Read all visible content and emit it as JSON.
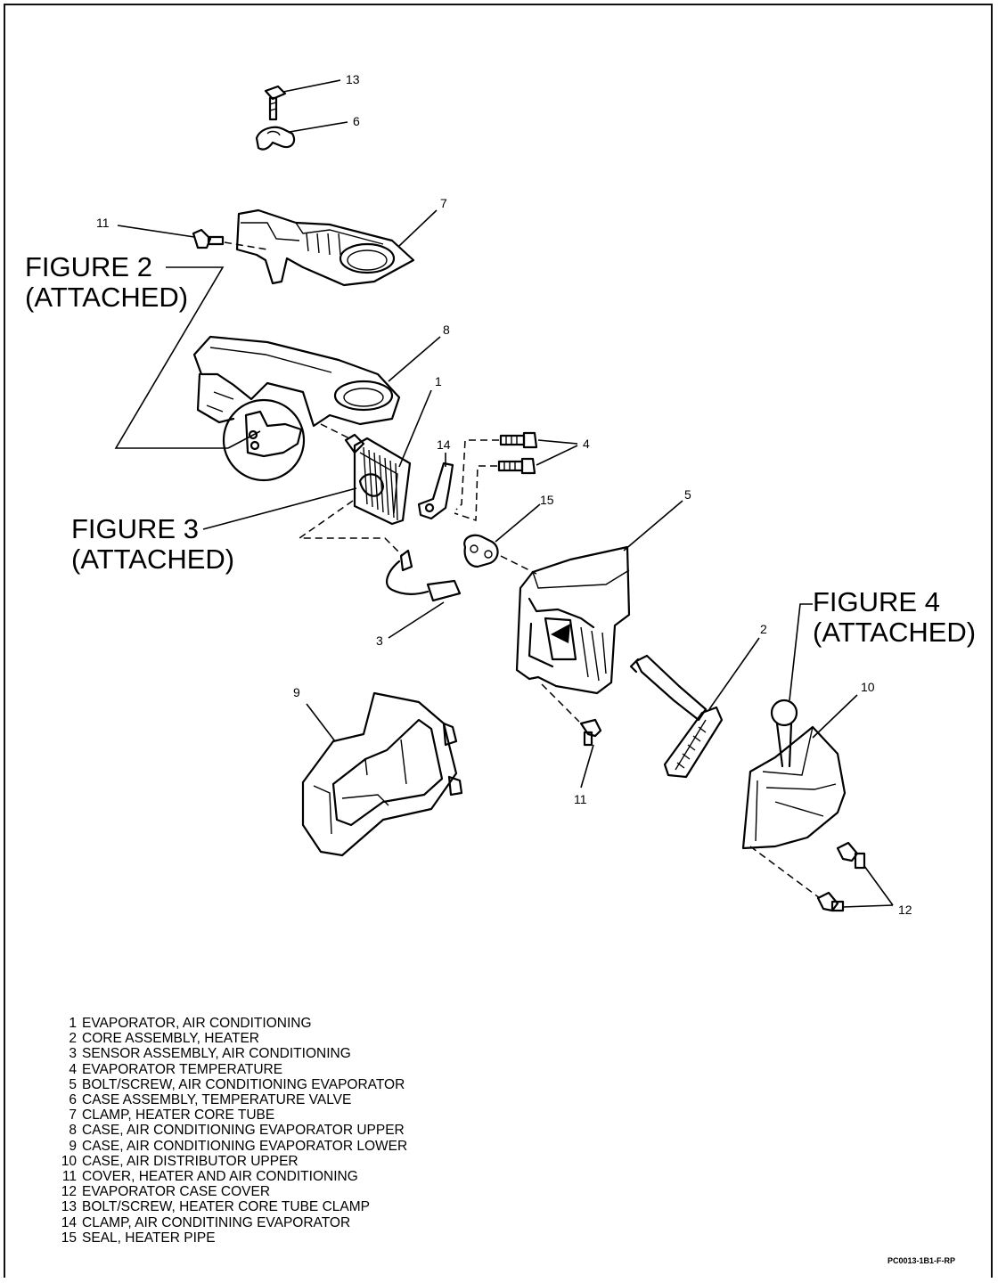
{
  "figure_labels": {
    "figure2": [
      "FIGURE 2",
      "(ATTACHED)"
    ],
    "figure3": [
      "FIGURE 3",
      "(ATTACHED)"
    ],
    "figure4": [
      "FIGURE 4",
      "(ATTACHED)"
    ]
  },
  "callouts": {
    "c13": "13",
    "c6": "6",
    "c11a": "11",
    "c7": "7",
    "c8": "8",
    "c1": "1",
    "c14": "14",
    "c4": "4",
    "c15": "15",
    "c5": "5",
    "c3": "3",
    "c2": "2",
    "c10": "10",
    "c9": "9",
    "c11b": "11",
    "c12": "12"
  },
  "legend": [
    {
      "num": "1",
      "text": "EVAPORATOR, AIR CONDITIONING"
    },
    {
      "num": "2",
      "text": "CORE ASSEMBLY, HEATER"
    },
    {
      "num": "3",
      "text": "SENSOR ASSEMBLY, AIR CONDITIONING"
    },
    {
      "num": "4",
      "text": "EVAPORATOR TEMPERATURE"
    },
    {
      "num": "5",
      "text": "BOLT/SCREW, AIR CONDITIONING EVAPORATOR"
    },
    {
      "num": "6",
      "text": "CASE ASSEMBLY, TEMPERATURE VALVE"
    },
    {
      "num": "7",
      "text": "CLAMP, HEATER CORE TUBE"
    },
    {
      "num": "8",
      "text": "CASE, AIR CONDITIONING EVAPORATOR UPPER"
    },
    {
      "num": "9",
      "text": "CASE, AIR CONDITIONING EVAPORATOR  LOWER"
    },
    {
      "num": "10",
      "text": "CASE, AIR DISTRIBUTOR UPPER"
    },
    {
      "num": "11",
      "text": "COVER, HEATER AND AIR CONDITIONING"
    },
    {
      "num": "12",
      "text": "EVAPORATOR CASE COVER"
    },
    {
      "num": "13",
      "text": "BOLT/SCREW, HEATER CORE TUBE CLAMP"
    },
    {
      "num": "14",
      "text": "CLAMP, AIR CONDITINING EVAPORATOR"
    },
    {
      "num": "15",
      "text": "SEAL, HEATER PIPE"
    }
  ],
  "drawing_code": "PC0013-1B1-F-RP"
}
